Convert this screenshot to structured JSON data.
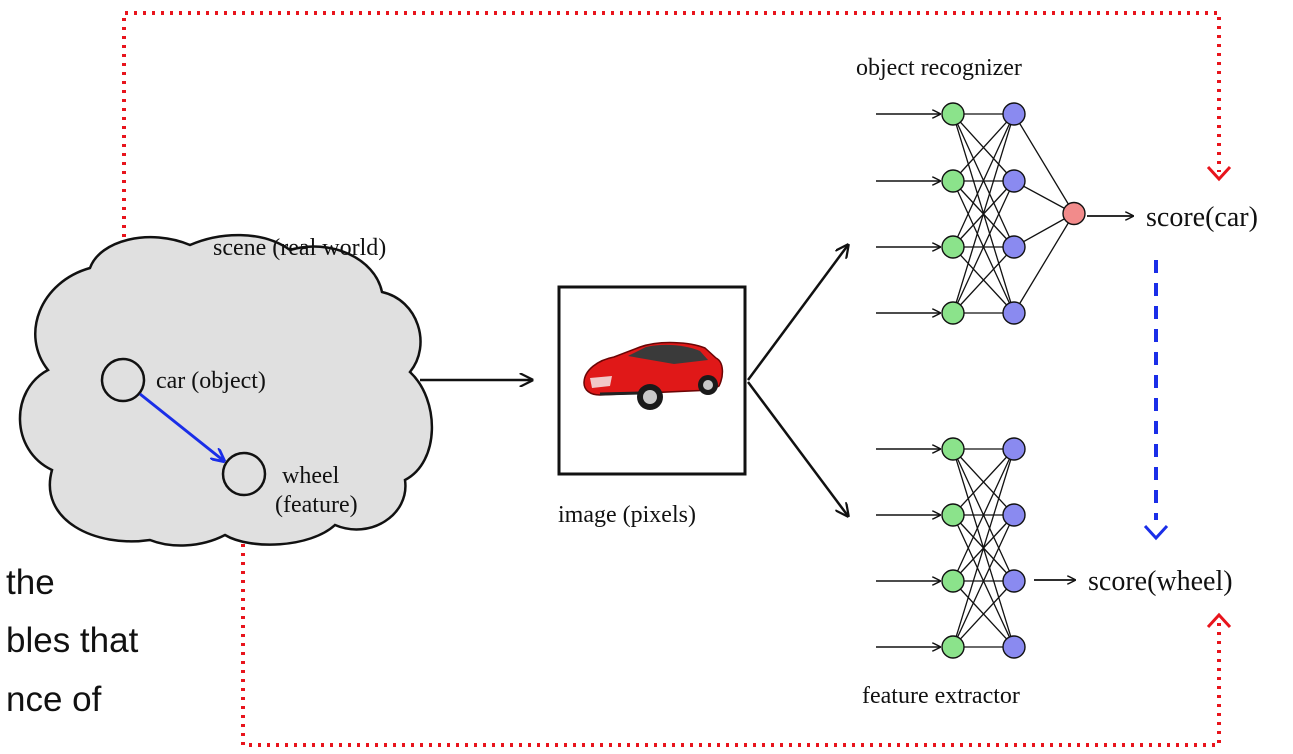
{
  "scene": {
    "label": "scene (real world)",
    "car_label": "car (object)",
    "wheel_label_1": "wheel",
    "wheel_label_2": "(feature)"
  },
  "image": {
    "label": "image (pixels)",
    "icon": "red-car-icon"
  },
  "networks": {
    "recognizer_label": "object recognizer",
    "extractor_label": "feature extractor",
    "score_car": "score(car)",
    "score_wheel": "score(wheel)"
  },
  "slide_text_fragments": [
    "the",
    "bles that",
    "nce of"
  ],
  "colors": {
    "cloud_fill": "#e0e0e0",
    "input_node": "#8be38b",
    "hidden_node": "#8a8af0",
    "output_node": "#f28b8b",
    "red_dotted": "#e8141c",
    "blue_dashed": "#1a2ee8",
    "car_body": "#e01818"
  }
}
